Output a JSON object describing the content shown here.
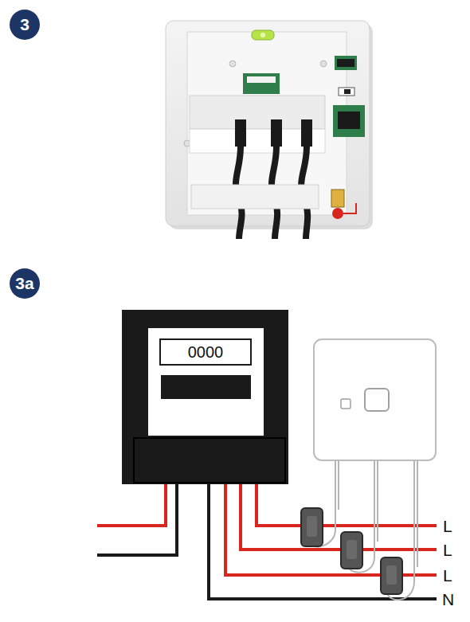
{
  "diagram": {
    "nodes": [
      {
        "text": [
          "3"
        ]
      },
      {
        "text": [
          "3a"
        ]
      },
      {
        "text": [
          "0000"
        ]
      }
    ],
    "labels": [
      "L",
      "L",
      "L",
      "N"
    ]
  }
}
